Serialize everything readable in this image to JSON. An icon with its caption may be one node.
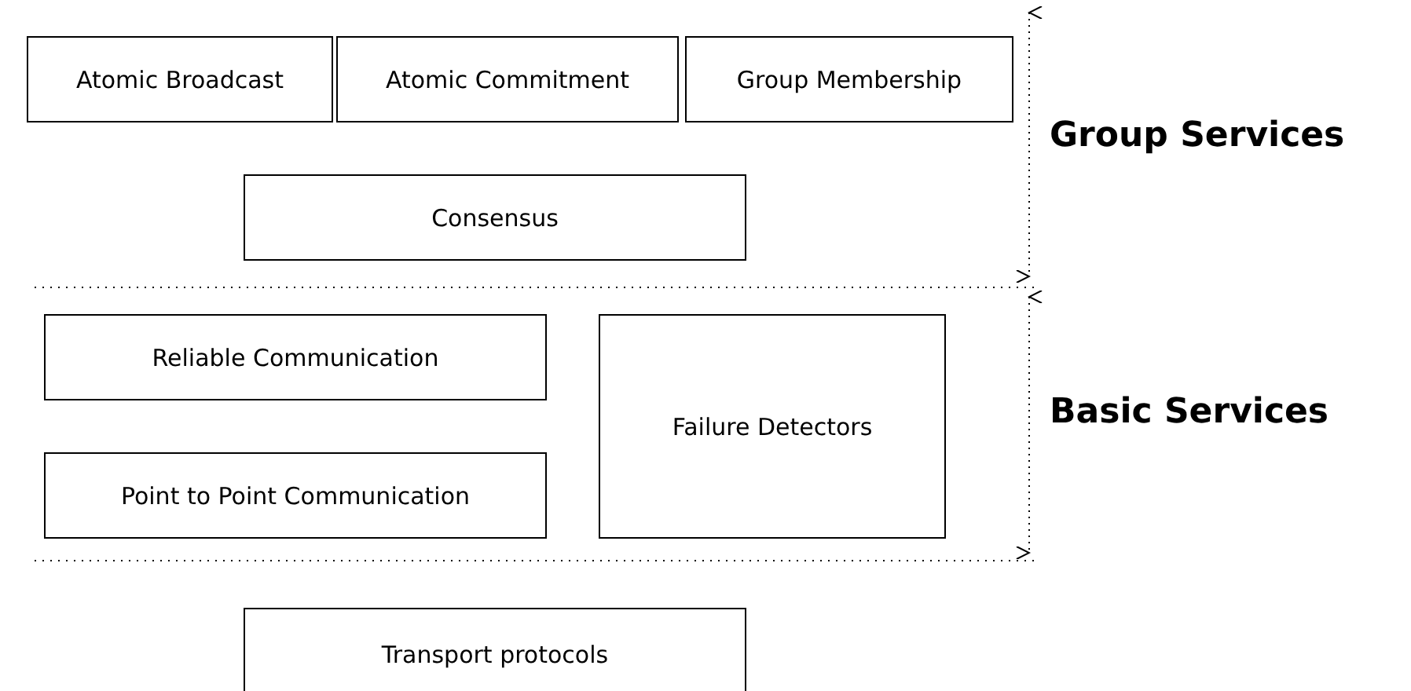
{
  "diagram": {
    "nodes": [
      {
        "text": [
          "Atomic Broadcast"
        ]
      },
      {
        "text": [
          "Atomic Commitment"
        ]
      },
      {
        "text": [
          "Group Membership"
        ]
      },
      {
        "text": [
          "Consensus"
        ]
      },
      {
        "text": [
          "Reliable Communication"
        ]
      },
      {
        "text": [
          "Point to Point Communication"
        ]
      },
      {
        "text": [
          "Failure Detectors"
        ]
      },
      {
        "text": [
          "Transport protocols"
        ]
      }
    ],
    "edges": [],
    "labels": [
      "Group Services",
      "Basic Services"
    ]
  }
}
